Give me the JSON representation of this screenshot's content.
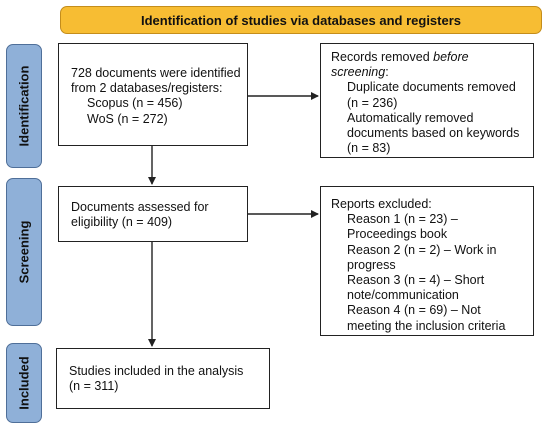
{
  "banner": {
    "title": "Identification of studies via databases and registers"
  },
  "phases": {
    "identification": "Identification",
    "screening": "Screening",
    "included": "Included"
  },
  "identified": {
    "line1": "728 documents were identified",
    "line2": "from 2 databases/registers:",
    "sources": [
      "Scopus (n = 456)",
      "WoS (n = 272)"
    ]
  },
  "removed": {
    "heading_prefix": "Records removed ",
    "heading_emph": "before",
    "heading_emph2": "screening",
    "heading_suffix": ":",
    "items": [
      "Duplicate documents removed (n = 236)",
      "Automatically removed documents based on keywords (n = 83)"
    ]
  },
  "assessed": {
    "line1": "Documents assessed for",
    "line2": "eligibility (n = 409)"
  },
  "excluded": {
    "heading": "Reports excluded:",
    "reasons": [
      "Reason 1 (n = 23) – Proceedings book",
      "Reason 2 (n = 2) – Work in progress",
      "Reason 3 (n = 4) – Short note/communication",
      "Reason 4 (n = 69) – Not meeting the inclusion criteria"
    ]
  },
  "included_box": {
    "line1": "Studies included in the analysis",
    "line2": "(n = 311)"
  }
}
